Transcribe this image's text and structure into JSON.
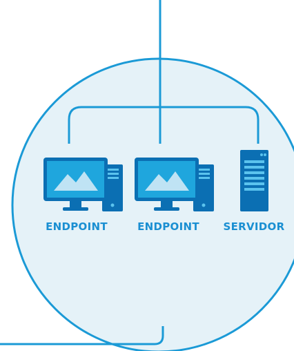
{
  "colors": {
    "primary": "#1b9ad6",
    "circle_fill": "#e5f2f8",
    "dark_blue": "#0b6fb3",
    "screen_bg": "#1fa6dd",
    "mountain": "#bfe3f4",
    "label": "#1a8fd2"
  },
  "nodes": [
    {
      "label": "ENDPOINT",
      "icon": "desktop-computer-icon"
    },
    {
      "label": "ENDPOINT",
      "icon": "desktop-computer-icon"
    },
    {
      "label": "SERVIDOR",
      "icon": "server-tower-icon"
    }
  ]
}
